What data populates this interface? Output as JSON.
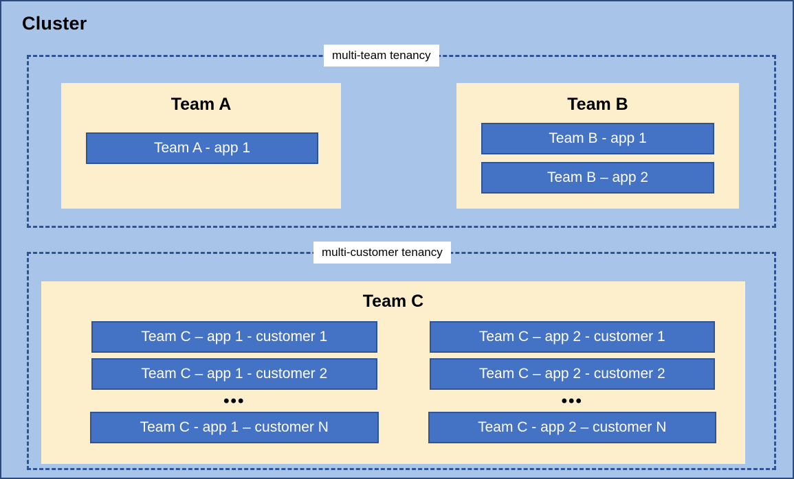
{
  "diagram": {
    "title": "Cluster",
    "colors": {
      "background": "#a8c4e8",
      "group_border": "#2e5496",
      "team_card": "#fdeecc",
      "app_fill": "#4472c4",
      "app_border": "#2e5496",
      "app_text": "#ffffff",
      "label_background": "#ffffff",
      "title_text": "#000000"
    },
    "groups": [
      {
        "id": "multi-team",
        "label": "multi-team tenancy",
        "teams": [
          {
            "id": "team-a",
            "title": "Team A",
            "apps": [
              "Team A - app 1"
            ]
          },
          {
            "id": "team-b",
            "title": "Team B",
            "apps": [
              "Team B - app 1",
              "Team B – app 2"
            ]
          }
        ]
      },
      {
        "id": "multi-customer",
        "label": "multi-customer tenancy",
        "teams": [
          {
            "id": "team-c",
            "title": "Team C",
            "columns": [
              {
                "id": "team-c-app-1",
                "apps": [
                  "Team C – app 1 - customer 1",
                  "Team C – app 1 - customer 2"
                ],
                "ellipsis": "•••",
                "last_app": "Team C - app 1 – customer N"
              },
              {
                "id": "team-c-app-2",
                "apps": [
                  "Team C – app 2 - customer 1",
                  "Team C – app 2 - customer 2"
                ],
                "ellipsis": "•••",
                "last_app": "Team C - app 2 – customer N"
              }
            ]
          }
        ]
      }
    ]
  }
}
